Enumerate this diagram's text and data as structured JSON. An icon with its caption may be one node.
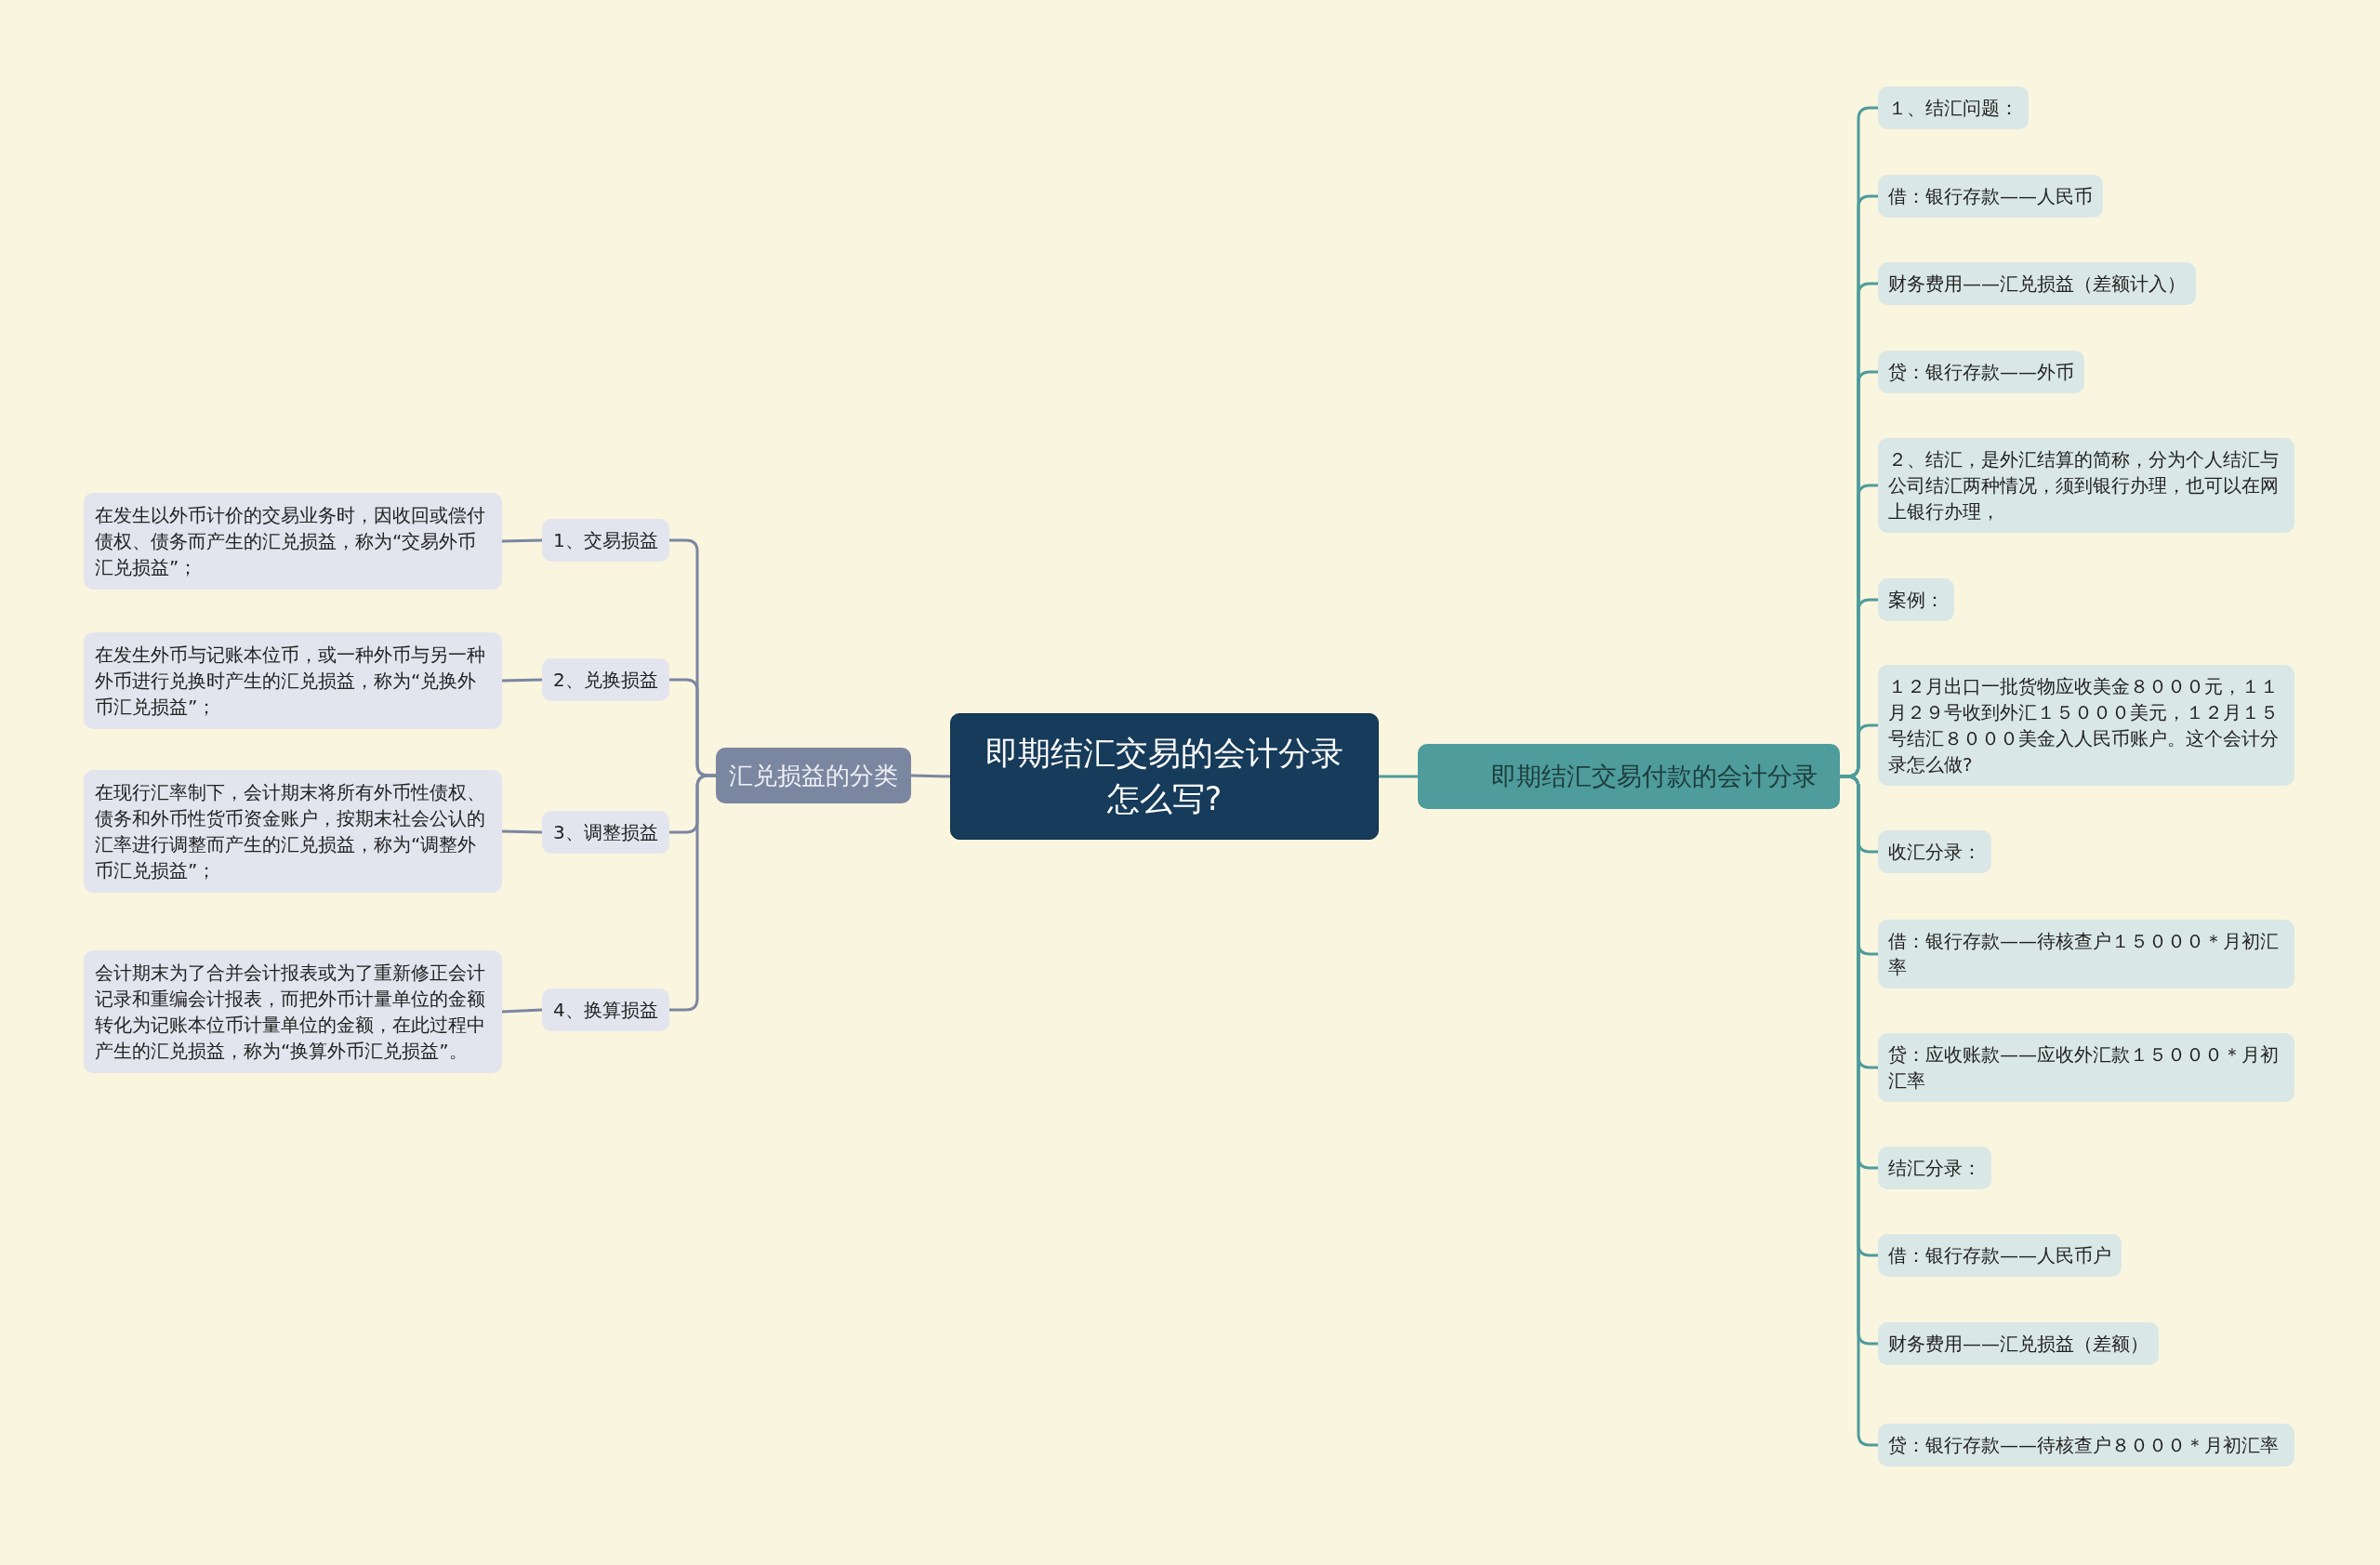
{
  "diagram": {
    "nodes": [
      {
        "text": [
          "即期结汇交易的会计分录怎么写?"
        ]
      },
      {
        "text": [
          "汇兑损益的分类"
        ]
      },
      {
        "text": [
          "1、交易损益"
        ]
      },
      {
        "text": [
          "2、兑换损益"
        ]
      },
      {
        "text": [
          "3、调整损益"
        ]
      },
      {
        "text": [
          "4、换算损益"
        ]
      },
      {
        "text": [
          "在发生以外币计价的交易业务时，因收回或偿付债权、债务而产生的汇兑损益，称为“交易外币汇兑损益”；"
        ]
      },
      {
        "text": [
          "在发生外币与记账本位币，或一种外币与另一种外币进行兑换时产生的汇兑损益，称为“兑换外币汇兑损益”；"
        ]
      },
      {
        "text": [
          "在现行汇率制下，会计期末将所有外币性债权、债务和外币性货币资金账户，按期末社会公认的汇率进行调整而产生的汇兑损益，称为“调整外币汇兑损益”；"
        ]
      },
      {
        "text": [
          "会计期末为了合并会计报表或为了重新修正会计记录和重编会计报表，而把外币计量单位的金额转化为记账本位币计量单位的金额，在此过程中产生的汇兑损益，称为“换算外币汇兑损益”。"
        ]
      },
      {
        "text": [
          "即期结汇交易付款的会计分录"
        ]
      },
      {
        "text": [
          "１、结汇问题："
        ]
      },
      {
        "text": [
          "借：银行存款——人民币"
        ]
      },
      {
        "text": [
          "财务费用——汇兑损益（差额计入）"
        ]
      },
      {
        "text": [
          "贷：银行存款——外币"
        ]
      },
      {
        "text": [
          "２、结汇，是外汇结算的简称，分为个人结汇与公司结汇两种情况，须到银行办理，也可以在网上银行办理，"
        ]
      },
      {
        "text": [
          "案例："
        ]
      },
      {
        "text": [
          "１２月出口一批货物应收美金８０００元，１１月２９号收到外汇１５０００美元，１２月１５号结汇８０００美金入人民币账户。这个会计分录怎么做?"
        ]
      },
      {
        "text": [
          "收汇分录："
        ]
      },
      {
        "text": [
          "借：银行存款——待核查户１５０００＊月初汇率"
        ]
      },
      {
        "text": [
          "贷：应收账款——应收外汇款１５０００＊月初汇率"
        ]
      },
      {
        "text": [
          "结汇分录："
        ]
      },
      {
        "text": [
          "借：银行存款——人民币户"
        ]
      },
      {
        "text": [
          "财务费用——汇兑损益（差额）"
        ]
      },
      {
        "text": [
          "贷：银行存款——待核查户８０００＊月初汇率"
        ]
      }
    ],
    "edges": [
      {
        "from": 0,
        "to": 1,
        "arrow": "none",
        "color": "#7b86a0"
      },
      {
        "from": 1,
        "to": 2,
        "arrow": "none",
        "color": "#7b86a0"
      },
      {
        "from": 1,
        "to": 3,
        "arrow": "none",
        "color": "#7b86a0"
      },
      {
        "from": 1,
        "to": 4,
        "arrow": "none",
        "color": "#7b86a0"
      },
      {
        "from": 1,
        "to": 5,
        "arrow": "none",
        "color": "#7b86a0"
      },
      {
        "from": 2,
        "to": 6,
        "arrow": "none",
        "color": "#7b86a0"
      },
      {
        "from": 3,
        "to": 7,
        "arrow": "none",
        "color": "#7b86a0"
      },
      {
        "from": 4,
        "to": 8,
        "arrow": "none",
        "color": "#7b86a0"
      },
      {
        "from": 5,
        "to": 9,
        "arrow": "none",
        "color": "#7b86a0"
      },
      {
        "from": 0,
        "to": 10,
        "arrow": "none"
      },
      {
        "from": 10,
        "to": 11,
        "arrow": "none"
      },
      {
        "from": 10,
        "to": 12,
        "arrow": "none"
      },
      {
        "from": 10,
        "to": 13,
        "arrow": "none"
      },
      {
        "from": 10,
        "to": 14,
        "arrow": "none"
      },
      {
        "from": 10,
        "to": 15,
        "arrow": "none"
      },
      {
        "from": 10,
        "to": 16,
        "arrow": "none"
      },
      {
        "from": 10,
        "to": 17,
        "arrow": "none"
      },
      {
        "from": 10,
        "to": 18,
        "arrow": "none"
      },
      {
        "from": 10,
        "to": 19,
        "arrow": "none"
      },
      {
        "from": 10,
        "to": 20,
        "arrow": "none"
      },
      {
        "from": 10,
        "to": 21,
        "arrow": "none"
      },
      {
        "from": 10,
        "to": 22,
        "arrow": "none"
      },
      {
        "from": 10,
        "to": 23,
        "arrow": "none"
      },
      {
        "from": 10,
        "to": 24,
        "arrow": "none"
      }
    ]
  }
}
